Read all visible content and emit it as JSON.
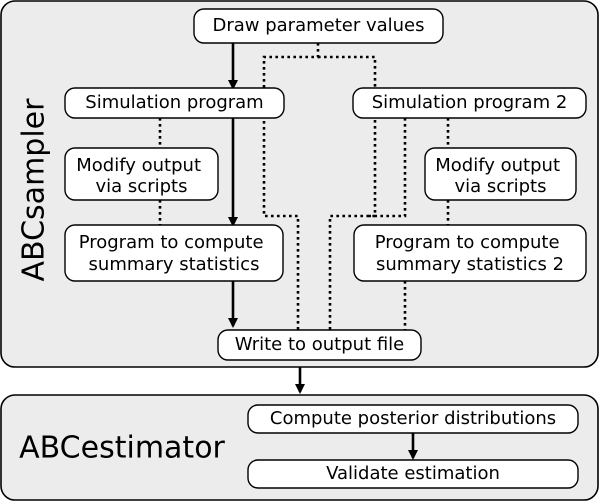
{
  "sampler": {
    "title": "ABCsampler",
    "nodes": {
      "draw": "Draw parameter values",
      "sim1": "Simulation program",
      "sim2": "Simulation program 2",
      "modify1": [
        "Modify output",
        "via scripts"
      ],
      "modify2": [
        "Modify output",
        "via scripts"
      ],
      "summary1": [
        "Program to compute",
        "summary statistics"
      ],
      "summary2": [
        "Program to compute",
        "summary statistics 2"
      ],
      "write": "Write to output file"
    }
  },
  "estimator": {
    "title": "ABCestimator",
    "nodes": {
      "posterior": "Compute posterior distributions",
      "validate": "Validate estimation"
    }
  },
  "colors": {
    "panel_fill": "#ececec",
    "node_fill": "#ffffff",
    "stroke": "#000000"
  }
}
